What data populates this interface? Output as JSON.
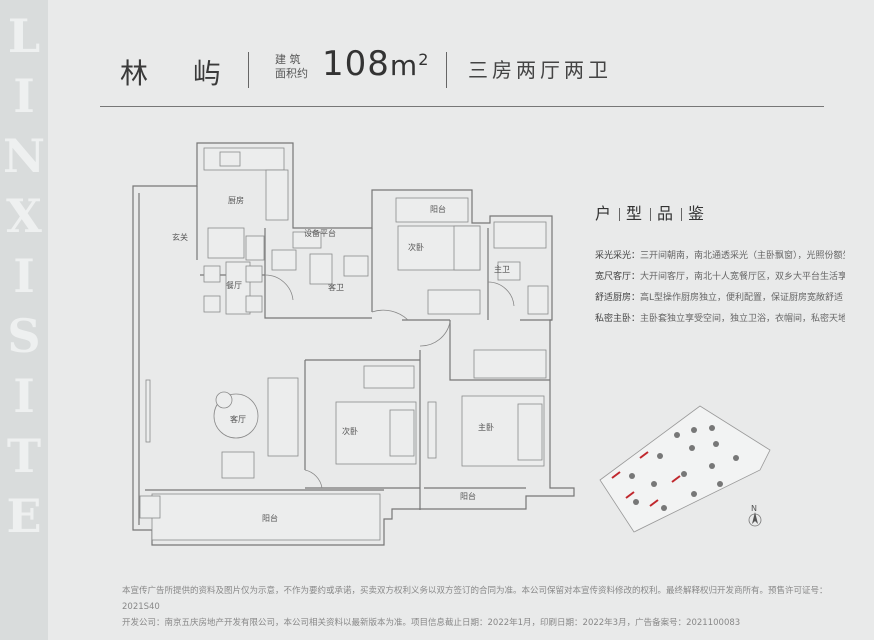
{
  "watermark": "LIN XI SITE",
  "header": {
    "name": "林 屿",
    "area_label_line1": "建 筑",
    "area_label_line2": "面积约",
    "area_value": "108",
    "area_unit": "m",
    "area_sup": "2",
    "layout": "三房两厅两卫"
  },
  "review": {
    "title": [
      "户",
      "型",
      "品",
      "鉴"
    ],
    "rows": [
      {
        "key": "采光采光：",
        "text": "三开间朝南，南北通透采光（主卧飘窗），光照份额生活"
      },
      {
        "key": "宽尺客厅：",
        "text": "大开间客厅，南北十人宽餐厅区，双乡大平台生活享受"
      },
      {
        "key": "舒适厨房：",
        "text": "高L型操作厨房独立，便利配置，保证厨房宽敞舒适"
      },
      {
        "key": "私密主卧：",
        "text": "主卧套独立享受空间，独立卫浴，衣帽间，私密天地坐享舒适"
      }
    ]
  },
  "rooms": {
    "kitchen": "厨房",
    "foyer": "玄关",
    "utility": "设备平台",
    "bedroom3": "次卧",
    "balcony_top": "阳台",
    "master_bath": "主卫",
    "dining": "餐厅",
    "guest_bath": "客卫",
    "living": "客厅",
    "bedroom2": "次卧",
    "master": "主卧",
    "balcony_bottom": "阳台",
    "balcony_right": "阳台"
  },
  "compass": "N",
  "disclaimer": [
    "本宣传广告所提供的资料及图片仅为示意，不作为要约或承诺，买卖双方权利义务以双方签订的合同为准。本公司保留对本宣传资料修改的权利。最终解释权归开发商所有。预售许可证号：2021S40",
    "开发公司：南京五庆房地产开发有限公司，本公司相关资料以最新版本为准。项目信息截止日期：2022年1月，印刷日期：2022年3月，广告备案号：2021100083"
  ]
}
